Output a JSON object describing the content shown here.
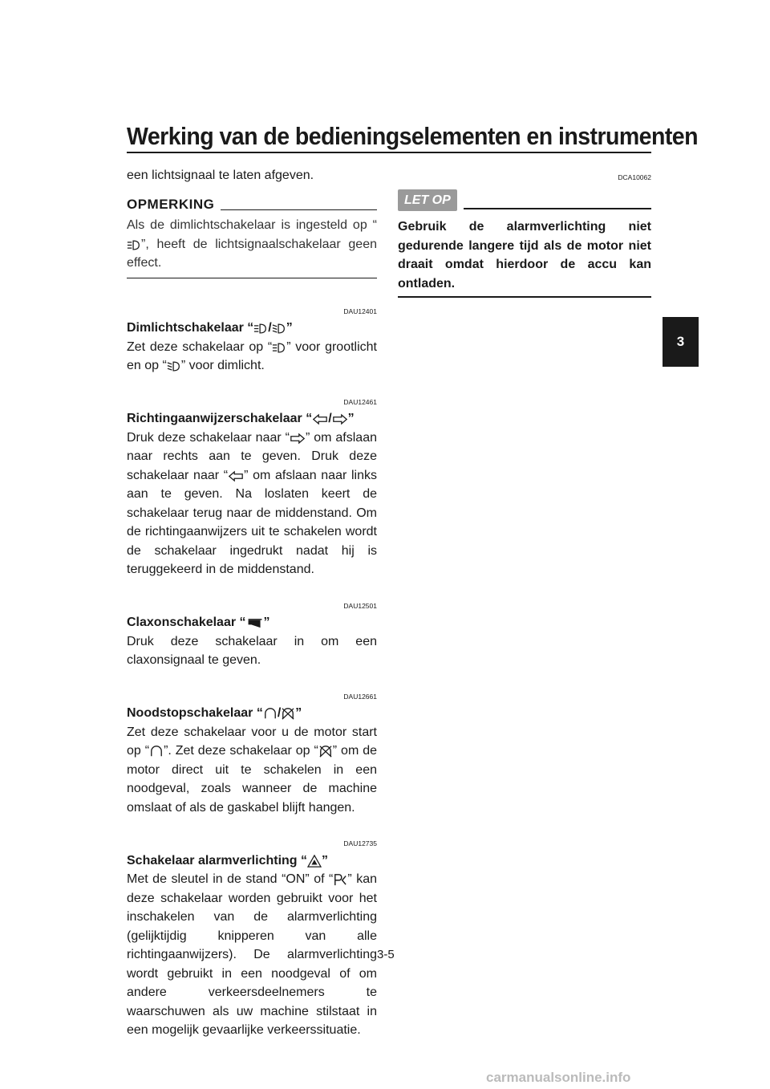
{
  "header": {
    "title": "Werking van de bedieningselementen en instrumenten"
  },
  "side_tab": {
    "label": "3"
  },
  "left": {
    "intro": "een lichtsignaal te laten afgeven.",
    "note": {
      "heading": "OPMERKING",
      "text_a": "Als de dimlichtschakelaar is ingesteld op “",
      "text_b": "”, heeft de lichtsignaalschakelaar geen effect."
    },
    "dimlicht": {
      "code": "DAU12401",
      "title_a": "Dimlichtschakelaar “",
      "sep": "/",
      "title_b": "”",
      "text_a": "Zet deze schakelaar op “",
      "text_b": "” voor grootlicht en op “",
      "text_c": "” voor dimlicht."
    },
    "richting": {
      "code": "DAU12461",
      "title_a": "Richtingaanwijzerschakelaar “",
      "sep": "/",
      "title_b": "”",
      "text_a": "Druk deze schakelaar naar “",
      "text_b": "” om afslaan naar rechts aan te geven. Druk deze schakelaar naar “",
      "text_c": "” om afslaan naar links aan te geven. Na loslaten keert de schakelaar terug naar de middenstand. Om de richtingaanwijzers uit te schakelen wordt de schakelaar ingedrukt nadat hij is teruggekeerd in de middenstand."
    },
    "claxon": {
      "code": "DAU12501",
      "title_a": "Claxonschakelaar “",
      "title_b": "”",
      "text": "Druk deze schakelaar in om een claxonsignaal te geven."
    },
    "noodstop": {
      "code": "DAU12661",
      "title_a": "Noodstopschakelaar “",
      "sep": "/",
      "title_b": "”",
      "text_a": "Zet deze schakelaar voor u de motor start op “",
      "text_b": "”. Zet deze schakelaar op “",
      "text_c": "” om de motor direct uit te schakelen in een noodgeval, zoals wanneer de machine omslaat of als de gaskabel blijft hangen."
    },
    "alarm": {
      "code": "DAU12735",
      "title_a": "Schakelaar alarmverlichting “",
      "title_b": "”",
      "text_a": "Met de sleutel in de stand “ON” of “",
      "text_b": "” kan deze schakelaar worden gebruikt voor het inschakelen van de alarmverlichting (gelijktijdig knipperen van alle richtingaanwijzers). De alarmverlichting wordt gebruikt in een noodgeval of om andere verkeersdeelnemers te waarschuwen als uw machine stilstaat in een mogelijk gevaarlijke verkeerssituatie."
    }
  },
  "right": {
    "caution": {
      "code": "DCA10062",
      "badge": "LET OP",
      "text": "Gebruik de alarmverlichting niet gedurende langere tijd als de motor niet draait omdat hierdoor de accu kan ontladen."
    }
  },
  "footer": {
    "page": "3-5",
    "watermark": "carmanualsonline.info"
  },
  "icons": {
    "high_beam": "high-beam-icon",
    "low_beam": "low-beam-icon",
    "turn_left": "turn-left-arrow-icon",
    "turn_right": "turn-right-arrow-icon",
    "horn": "horn-icon",
    "run": "engine-run-icon",
    "stop": "engine-stop-icon",
    "hazard": "hazard-triangle-icon",
    "parking": "parking-icon"
  }
}
